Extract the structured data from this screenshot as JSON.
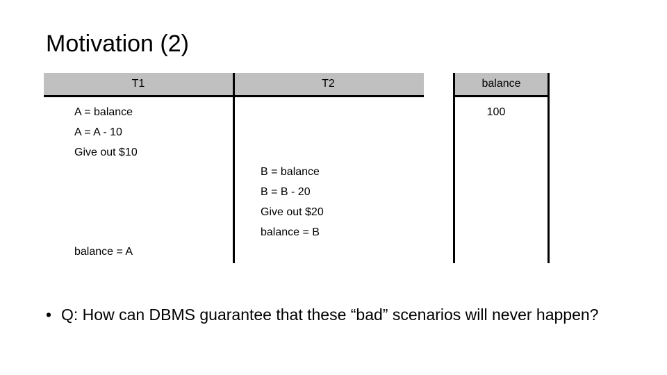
{
  "slide": {
    "title": "Motivation (2)"
  },
  "table": {
    "headers": {
      "t1": "T1",
      "t2": "T2",
      "balance": "balance"
    },
    "t1_steps_first": [
      "A = balance",
      "A = A - 10",
      "Give out $10"
    ],
    "t1_steps_last": [
      "balance = A"
    ],
    "t2_steps": [
      "B = balance",
      "B = B - 20",
      "Give out $20",
      "balance = B"
    ],
    "balance_value": "100"
  },
  "bullet": {
    "marker": "•",
    "text": "Q: How can DBMS guarantee that these “bad” scenarios will never happen?"
  },
  "colors": {
    "header_fill": "#c0c0c0",
    "rule": "#000000",
    "text": "#000000",
    "background": "#ffffff"
  }
}
